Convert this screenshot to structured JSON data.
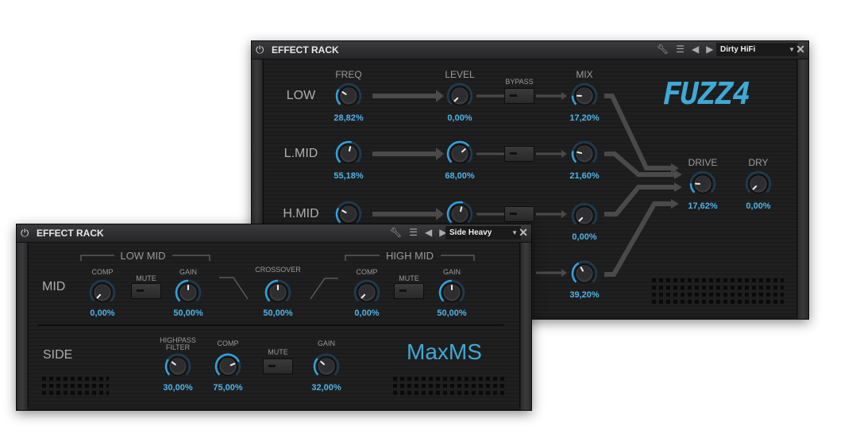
{
  "fuzz": {
    "title": "EFFECT RACK",
    "preset": "Dirty HiFi",
    "logo": "FUZZ4",
    "headers": {
      "freq": "FREQ",
      "level": "LEVEL",
      "bypass": "BYPASS",
      "mix": "MIX",
      "drive": "DRIVE",
      "dry": "DRY"
    },
    "rows": {
      "low": "LOW",
      "lmid": "L.MID",
      "hmid": "H.MID"
    },
    "values": {
      "low_freq": "28,82%",
      "low_level": "0,00%",
      "low_mix": "17,20%",
      "lmid_freq": "55,18%",
      "lmid_level": "68,00%",
      "lmid_mix": "21,60%",
      "hmid_mix": "0,00%",
      "high_mix": "39,20%",
      "drive": "17,62%",
      "dry": "0,00%"
    }
  },
  "maxms": {
    "title": "EFFECT RACK",
    "preset": "Side Heavy",
    "logo": "MaxMS",
    "rows": {
      "mid": "MID",
      "side": "SIDE"
    },
    "groups": {
      "low_mid": "LOW MID",
      "high_mid": "HIGH MID"
    },
    "labels": {
      "comp": "COMP",
      "mute": "MUTE",
      "gain": "GAIN",
      "crossover": "CROSSOVER",
      "highpass1": "HIGHPASS",
      "highpass2": "FILTER"
    },
    "values": {
      "lm_comp": "0,00%",
      "lm_gain": "50,00%",
      "crossover": "50,00%",
      "hm_comp": "0,00%",
      "hm_gain": "50,00%",
      "side_hp": "30,00%",
      "side_comp": "75,00%",
      "side_gain": "32,00%"
    }
  },
  "colors": {
    "accent": "#4fb3e8",
    "logo": "#3fa9d6"
  }
}
